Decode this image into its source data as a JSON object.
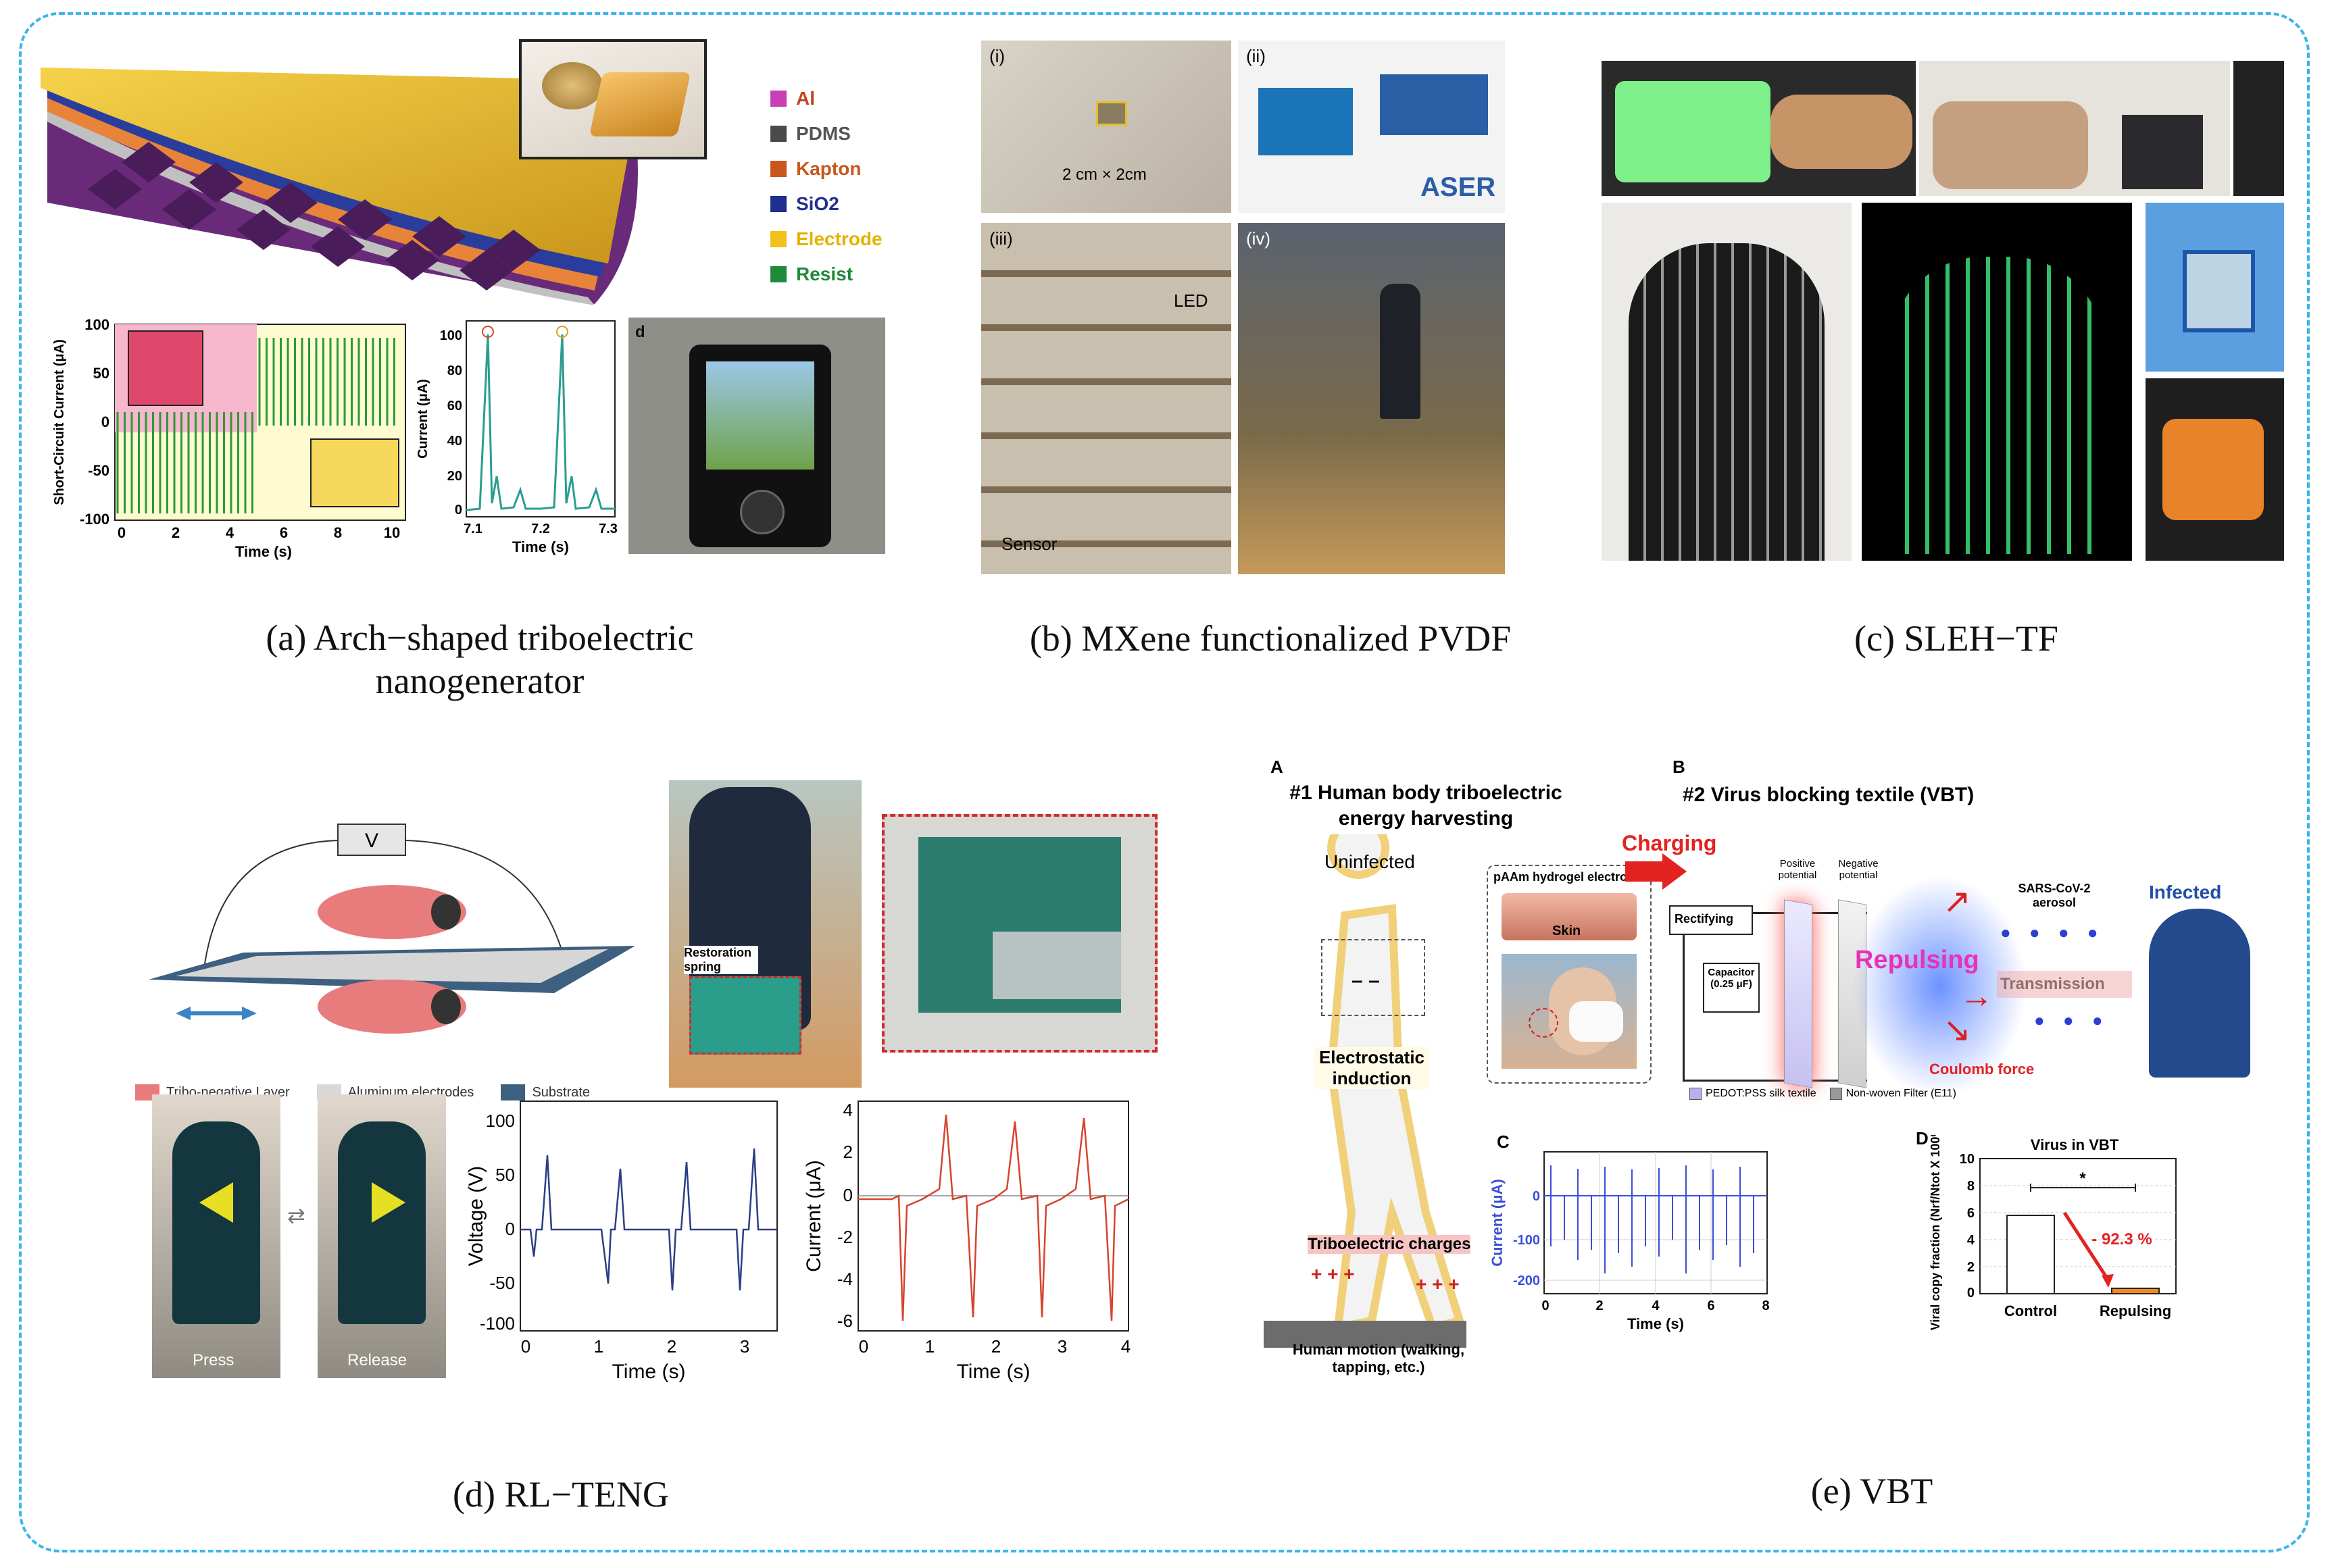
{
  "captions": {
    "a": "(a) Arch−shaped triboelectric nanogenerator",
    "b": "(b) MXene functionalized PVDF",
    "c": "(c) SLEH−TF",
    "d": "(d) RL−TENG",
    "e": "(e) VBT"
  },
  "panel_a": {
    "legend": [
      "Al",
      "PDMS",
      "Kapton",
      "SiO2",
      "Electrode",
      "Resist"
    ],
    "legend_colors": [
      "#c83fb6",
      "#4a4a4a",
      "#c9561c",
      "#1f2f8f",
      "#f2c21a",
      "#1e8b3a"
    ],
    "plot1": {
      "ylabel": "Short-Circuit Current (μA)",
      "xlabel": "Time (s)",
      "yticks": [
        "100",
        "50",
        "0",
        "-50",
        "-100"
      ],
      "xticks": [
        "0",
        "2",
        "4",
        "6",
        "8",
        "10"
      ]
    },
    "plot2": {
      "ylabel": "Current (μA)",
      "xlabel": "Time (s)",
      "yticks": [
        "100",
        "80",
        "60",
        "40",
        "20",
        "0"
      ],
      "xticks": [
        "7.1",
        "7.2",
        "7.3"
      ]
    },
    "photo_tag": "d"
  },
  "panel_b": {
    "labels": {
      "i": "(i)",
      "ii": "(ii)",
      "iii": "(iii)",
      "iv": "(iv)",
      "size": "2 cm × 2cm",
      "led": "LED",
      "sensor": "Sensor",
      "aser": "ASER"
    }
  },
  "panel_d": {
    "v_label": "V",
    "legend": [
      "Tribo-negative Layer",
      "Aluminum electrodes",
      "Substrate"
    ],
    "legend_colors": [
      "#e87c7c",
      "#d8d8d8",
      "#3d5f80"
    ],
    "spring": "Restoration spring",
    "press": "Press",
    "release": "Release",
    "voltage_plot": {
      "ylabel": "Voltage (V)",
      "xlabel": "Time (s)",
      "yticks": [
        "100",
        "50",
        "0",
        "-50",
        "-100"
      ],
      "xticks": [
        "0",
        "1",
        "2",
        "3"
      ]
    },
    "current_plot": {
      "ylabel": "Current (μA)",
      "xlabel": "Time (s)",
      "yticks": [
        "4",
        "2",
        "0",
        "-2",
        "-4",
        "-6"
      ],
      "xticks": [
        "0",
        "1",
        "2",
        "3",
        "4"
      ]
    }
  },
  "panel_e": {
    "A": "A",
    "B": "B",
    "C": "C",
    "D": "D",
    "title_a": "#1 Human body triboelectric energy harvesting",
    "title_b": "#2 Virus blocking textile (VBT)",
    "uninfected": "Uninfected",
    "electrode": "pAAm hydrogel electrode",
    "skin": "Skin",
    "charging": "Charging",
    "rectifying": "Rectifying",
    "positive": "Positive potential",
    "negative": "Negative potential",
    "capacitor": "Capacitor (0.25 μF)",
    "repulsing": "Repulsing",
    "transmission": "Transmission",
    "sars": "SARS-CoV-2 aerosol",
    "infected": "Infected",
    "coulomb": "Coulomb force",
    "legend1": "PEDOT:PSS silk textile",
    "legend2": "Non-woven Filter (E11)",
    "electrostatic": "Electrostatic induction",
    "tribo_charges": "Triboelectric charges",
    "motion": "Human motion (walking, tapping, etc.)",
    "plot_c": {
      "ylabel": "Current (μA)",
      "xlabel": "Time (s)",
      "yticks": [
        "0",
        "-100",
        "-200"
      ],
      "xticks": [
        "0",
        "2",
        "4",
        "6",
        "8"
      ]
    },
    "plot_d": {
      "title": "Virus in VBT",
      "ylabel": "Viral copy fraction (Nrf/Ntot X 100%)",
      "yticks": [
        "10",
        "8",
        "6",
        "4",
        "2",
        "0"
      ],
      "categories": [
        "Control",
        "Repulsing"
      ],
      "values": [
        5.8,
        0.4
      ],
      "reduction": "- 92.3 %",
      "sig": "*"
    }
  }
}
